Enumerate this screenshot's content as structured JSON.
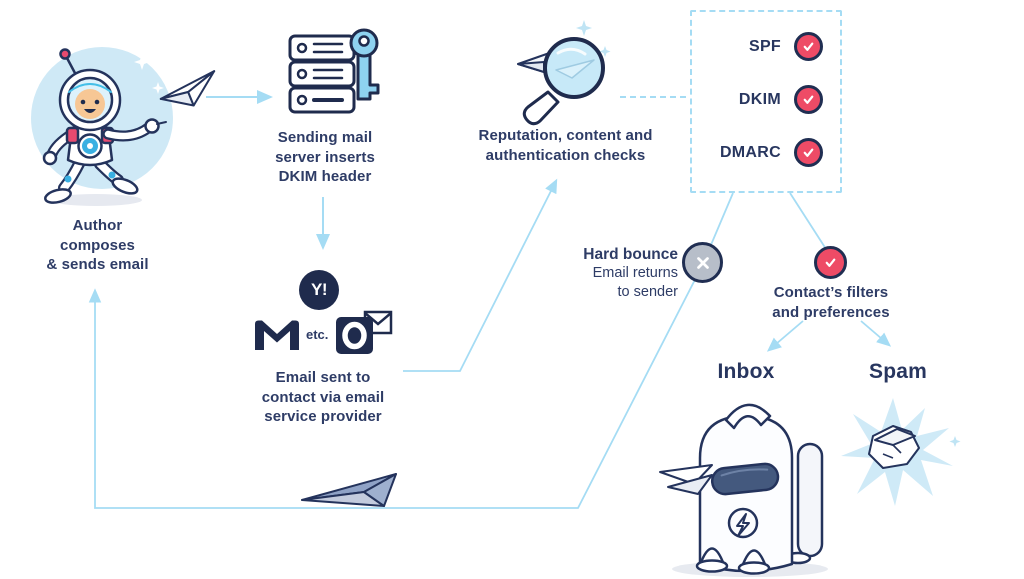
{
  "figure": {
    "author_caption": "Author\ncomposes\n& sends email",
    "server_caption": "Sending mail\nserver inserts\nDKIM header",
    "esp_caption": "Email sent to\ncontact via email\nservice provider",
    "esp_etc": "etc.",
    "esp_yahoo": "Y!",
    "checks_caption": "Reputation, content and\nauthentication checks",
    "auth_items": [
      {
        "label": "SPF",
        "status": "pass"
      },
      {
        "label": "DKIM",
        "status": "pass"
      },
      {
        "label": "DMARC",
        "status": "pass"
      }
    ],
    "hard_bounce_title": "Hard bounce",
    "hard_bounce_subtitle": "Email returns\nto sender",
    "filters_caption": "Contact’s filters\nand preferences",
    "filters_status": "pass",
    "hard_bounce_status": "fail",
    "inbox_label": "Inbox",
    "spam_label": "Spam"
  },
  "colors": {
    "navy_text": "#2e3c66",
    "icon_ink": "#1f2b4d",
    "arrow_blue": "#a5dcf4",
    "pale_blue_fill": "#cfe9f6",
    "key_blue": "#8ed2f0",
    "pass_pink": "#ee4b66",
    "fail_gray": "#b7bec9",
    "accent_cyan": "#3ab0e2"
  }
}
